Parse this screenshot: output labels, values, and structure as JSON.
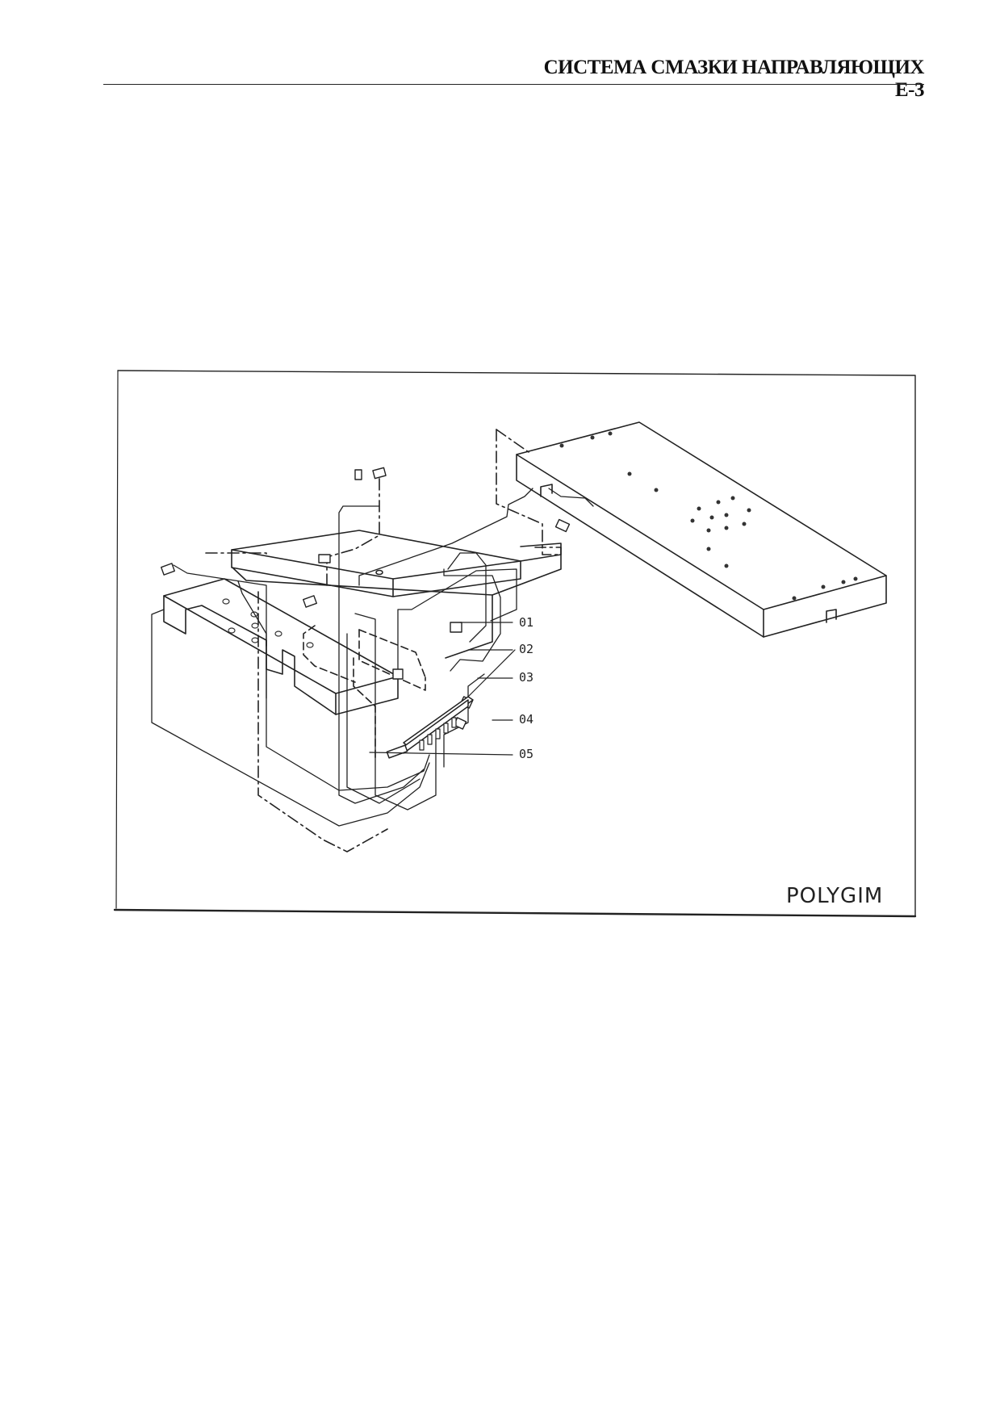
{
  "header": {
    "title": "СИСТЕМА СМАЗКИ НАПРАВЛЯЮЩИХ Е-3"
  },
  "figure": {
    "brand": "POLYGIM",
    "callouts": [
      "01",
      "02",
      "03",
      "04",
      "05"
    ]
  }
}
